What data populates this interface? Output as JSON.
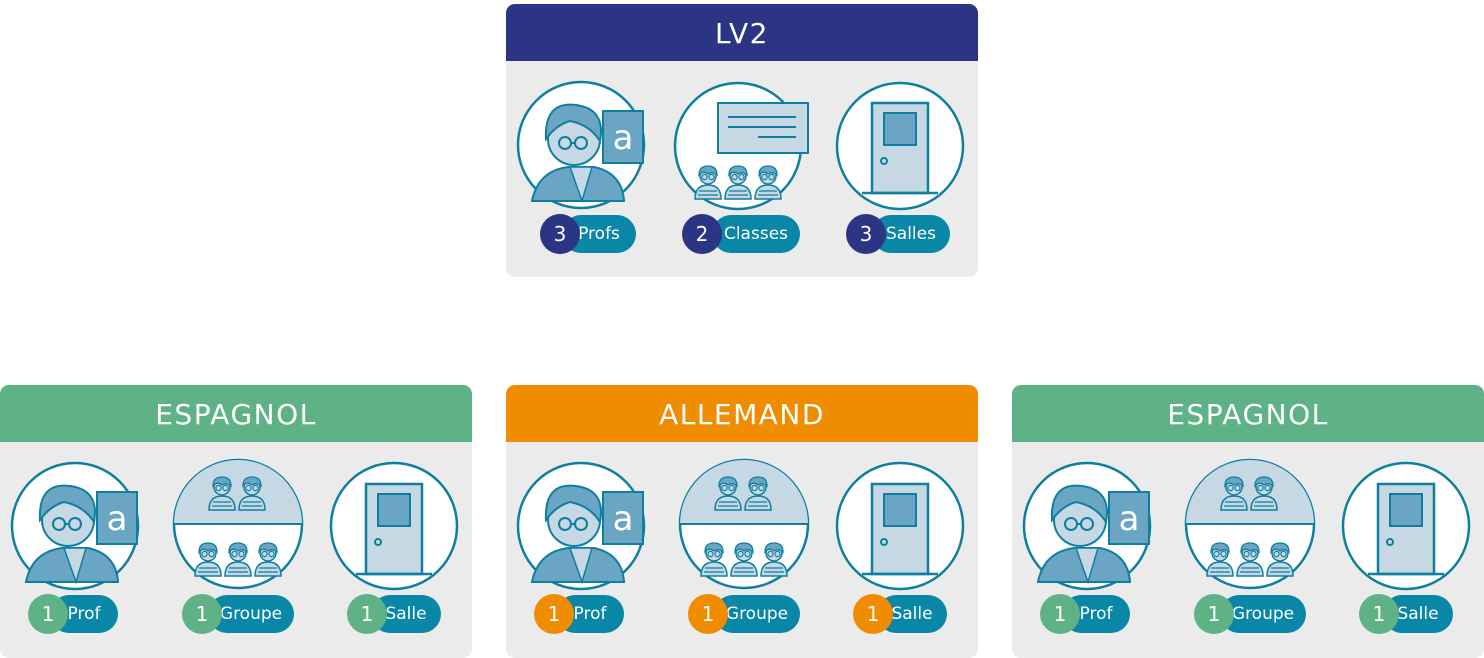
{
  "colors": {
    "top_header": "#2b3584",
    "espagnol": "#5eb286",
    "allemand": "#f08c00",
    "pill": "#0a87a7",
    "card_bg": "#ebebeb",
    "icon_line": "#0f7fa0",
    "icon_fill": "#6aa6c4",
    "icon_light": "#c5d8e3"
  },
  "top": {
    "title": "LV2",
    "profs": {
      "count": "3",
      "label": "Profs",
      "icon": "teacher-icon"
    },
    "classes": {
      "count": "2",
      "label": "Classes",
      "icon": "class-icon"
    },
    "salles": {
      "count": "3",
      "label": "Salles",
      "icon": "door-icon"
    }
  },
  "groups": [
    {
      "title": "ESPAGNOL",
      "prof": {
        "count": "1",
        "label": "Prof"
      },
      "groupe": {
        "count": "1",
        "label": "Groupe"
      },
      "salle": {
        "count": "1",
        "label": "Salle"
      }
    },
    {
      "title": "ALLEMAND",
      "prof": {
        "count": "1",
        "label": "Prof"
      },
      "groupe": {
        "count": "1",
        "label": "Groupe"
      },
      "salle": {
        "count": "1",
        "label": "Salle"
      }
    },
    {
      "title": "ESPAGNOL",
      "prof": {
        "count": "1",
        "label": "Prof"
      },
      "groupe": {
        "count": "1",
        "label": "Groupe"
      },
      "salle": {
        "count": "1",
        "label": "Salle"
      }
    }
  ]
}
